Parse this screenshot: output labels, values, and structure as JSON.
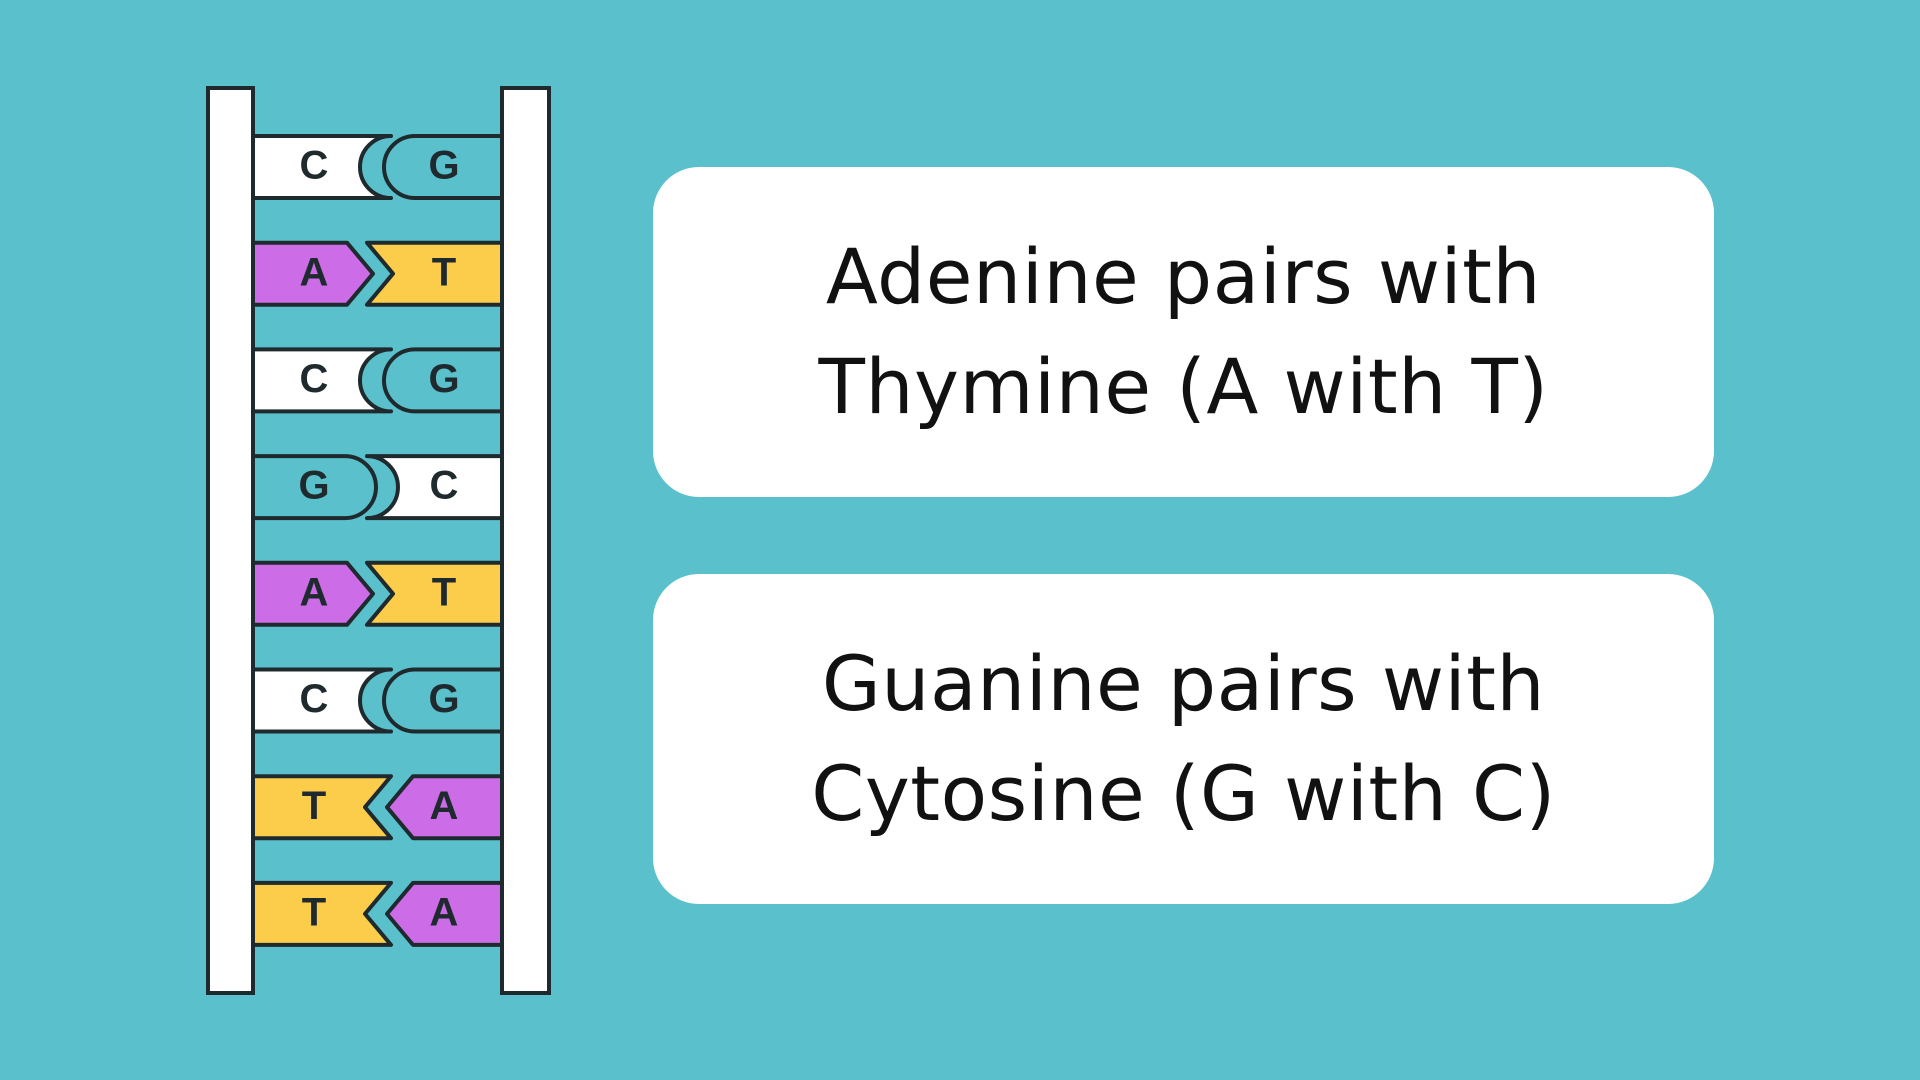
{
  "colors": {
    "background": "#5ac1cc",
    "outline": "#1f2a2e",
    "cytosine": "#ffffff",
    "guanine": "#5ac1cc",
    "adenine": "#cc6ce6",
    "thymine": "#fbcd4a",
    "backbone": "#ffffff",
    "card": "#ffffff"
  },
  "base_pairs": [
    {
      "left": "C",
      "right": "G"
    },
    {
      "left": "A",
      "right": "T"
    },
    {
      "left": "C",
      "right": "G"
    },
    {
      "left": "G",
      "right": "C"
    },
    {
      "left": "A",
      "right": "T"
    },
    {
      "left": "C",
      "right": "G"
    },
    {
      "left": "T",
      "right": "A"
    },
    {
      "left": "T",
      "right": "A"
    }
  ],
  "cards": [
    {
      "line1": "Adenine pairs with",
      "line2": "Thymine (A with T)"
    },
    {
      "line1": "Guanine pairs with",
      "line2": "Cytosine (G with C)"
    }
  ]
}
